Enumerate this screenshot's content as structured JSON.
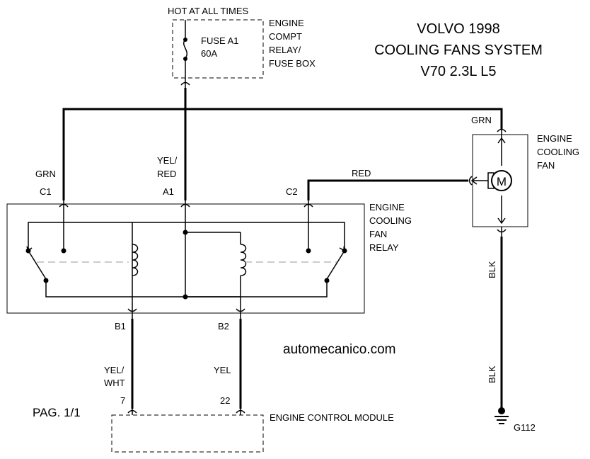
{
  "title": {
    "line1": "VOLVO 1998",
    "line2": "COOLING FANS SYSTEM",
    "line3": "V70 2.3L L5"
  },
  "watermark": "automecanico.com",
  "page_label": "PAG. 1/1",
  "power": {
    "hot_label": "HOT AT ALL TIMES",
    "fuse_name": "FUSE A1",
    "fuse_rating": "60A",
    "box_label": [
      "ENGINE",
      "COMPT",
      "RELAY/",
      "FUSE BOX"
    ]
  },
  "relay": {
    "label": [
      "ENGINE",
      "COOLING",
      "FAN",
      "RELAY"
    ],
    "pins": {
      "c1": "C1",
      "a1": "A1",
      "c2": "C2",
      "b1": "B1",
      "b2": "B2"
    }
  },
  "fan": {
    "label": [
      "ENGINE",
      "COOLING",
      "FAN"
    ],
    "motor_symbol": "M"
  },
  "wires": {
    "c1_color": "GRN",
    "a1_color": [
      "YEL/",
      "RED"
    ],
    "c2_color": "RED",
    "fan_top_color": "GRN",
    "fan_bottom_color_1": "BLK",
    "fan_bottom_color_2": "BLK",
    "b1_color": [
      "YEL/",
      "WHT"
    ],
    "b2_color": "YEL"
  },
  "ecm": {
    "label": "ENGINE CONTROL MODULE",
    "pin_b1": "7",
    "pin_b2": "22"
  },
  "ground": {
    "label": "G112"
  },
  "icons": [
    "fuse-icon",
    "motor-icon",
    "coil-icon",
    "switch-icon",
    "ground-icon",
    "connector-icon"
  ]
}
